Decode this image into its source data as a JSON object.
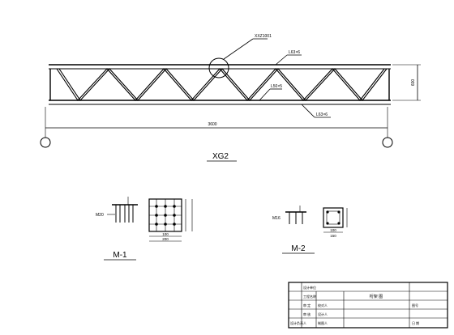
{
  "truss": {
    "title": "XG2",
    "callout_top": "XXZ1001",
    "callout_top_chord": "L63×6",
    "callout_web": "L50×5",
    "callout_bottom_chord": "L63×6",
    "span_dimension": "3600",
    "height_dimension": "600"
  },
  "details": {
    "m1": {
      "title": "M-1",
      "plate_dims": [
        "100",
        "200"
      ],
      "anchor_label": "M20"
    },
    "m2": {
      "title": "M-2",
      "plate_dims": [
        "100",
        "150"
      ],
      "anchor_label": "M16"
    }
  },
  "title_block": {
    "rows": [
      "设计单位",
      "工程名称",
      "审 定",
      "审 核",
      "设计负责人"
    ],
    "roles": [
      "校对人",
      "设计人",
      "制图人"
    ],
    "drawing_label": "桁架 图",
    "sheet_no": "图号",
    "date": "日 期"
  }
}
